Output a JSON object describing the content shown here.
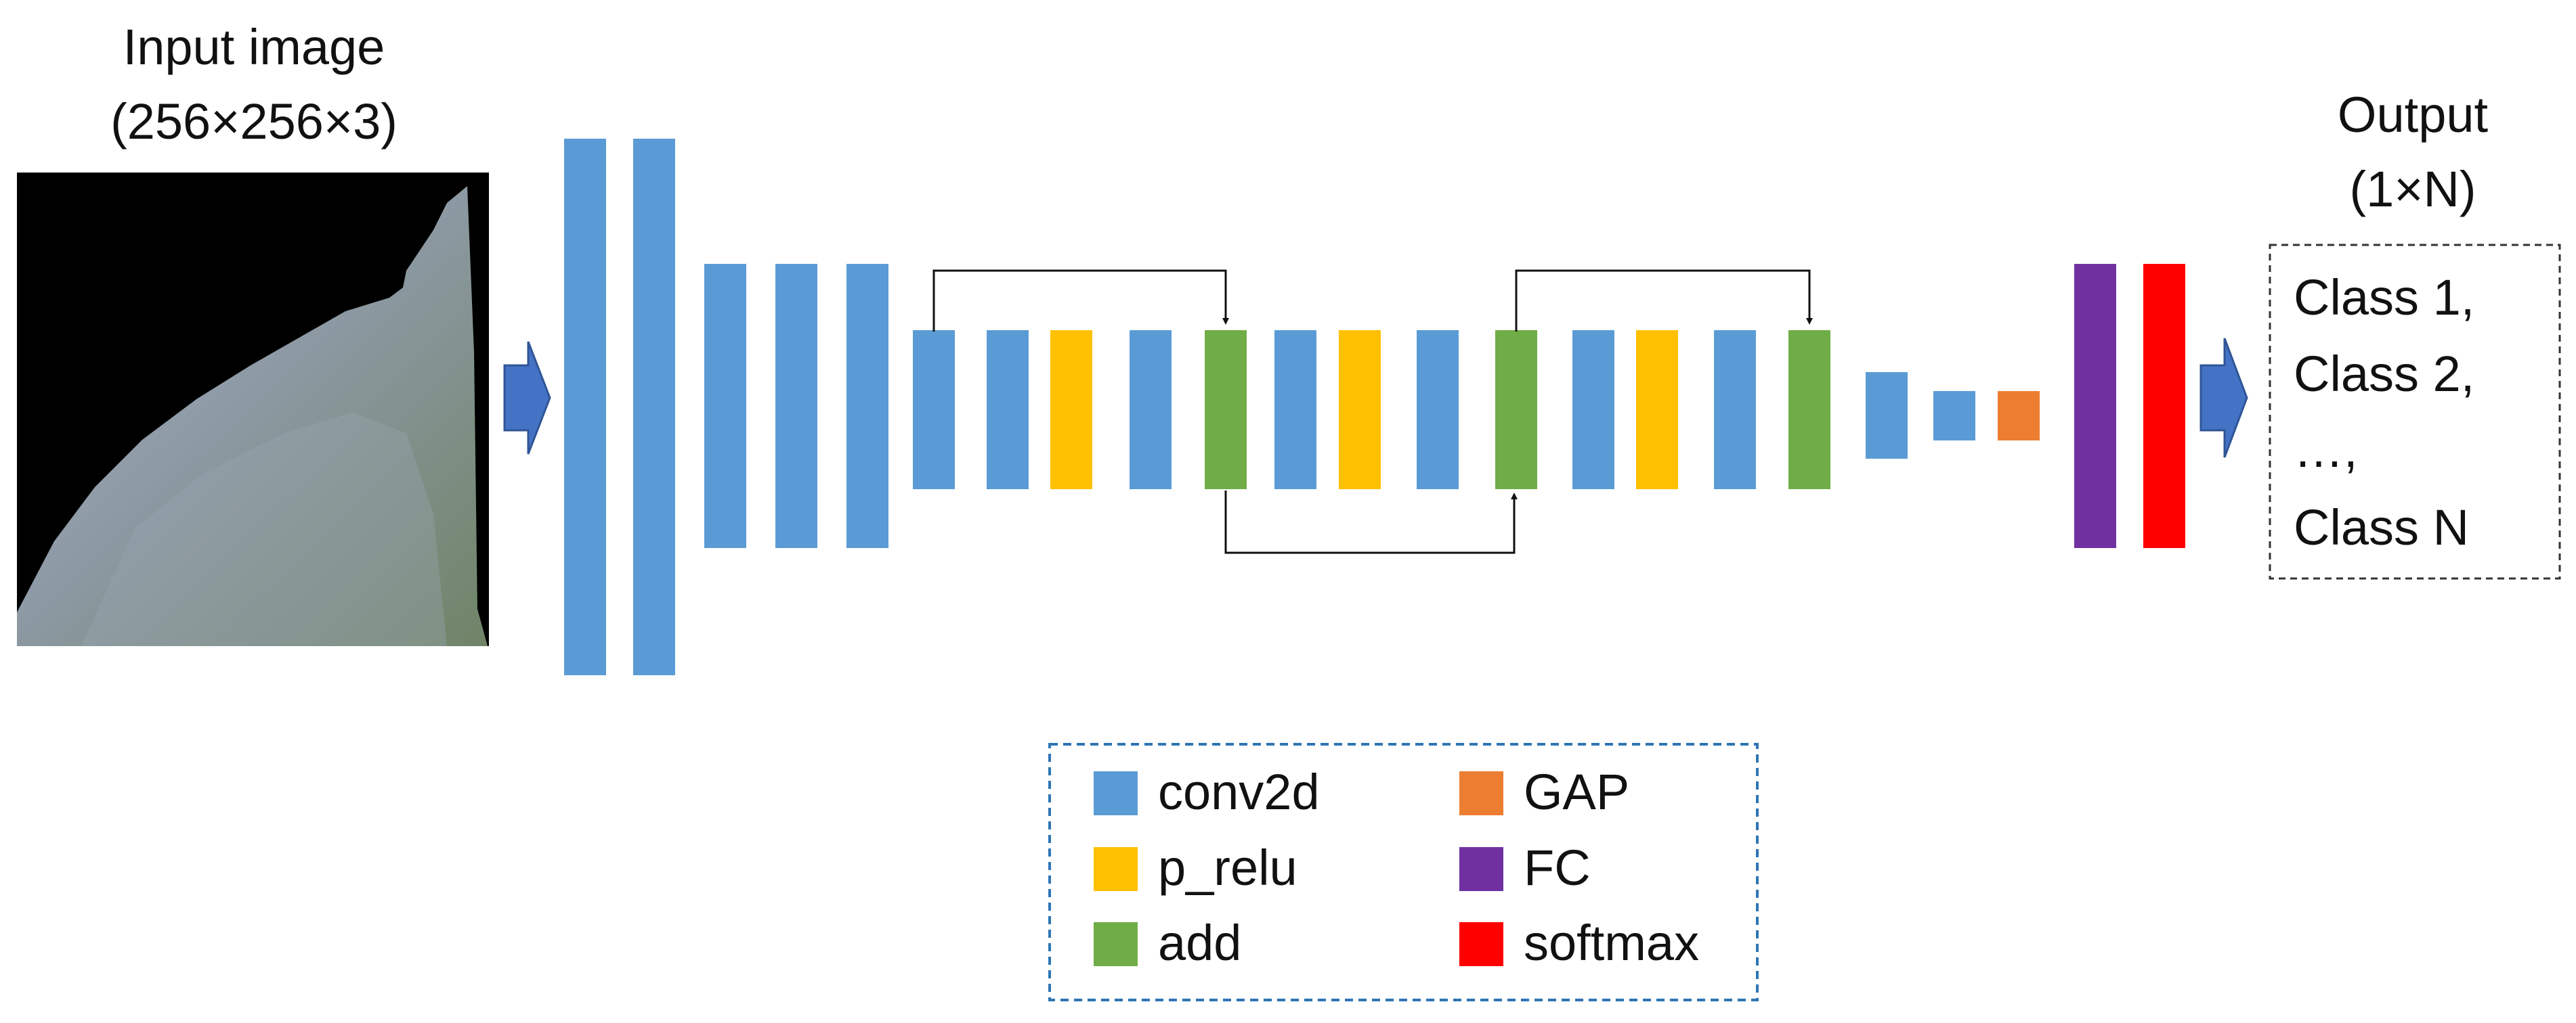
{
  "input": {
    "title_line1": "Input image",
    "title_line2": "(256×256×3)"
  },
  "output": {
    "title_line1": "Output",
    "title_line2": "(1×N)",
    "classes": [
      "Class 1,",
      "Class 2,",
      "…,",
      "Class N"
    ]
  },
  "layer_types": {
    "conv2d": "#5b9bd5",
    "p_relu": "#ffc000",
    "add": "#70ad47",
    "GAP": "#ed7d31",
    "FC": "#7030a0",
    "softmax": "#ff0000"
  },
  "network": {
    "layers": [
      "conv2d",
      "conv2d",
      "conv2d",
      "conv2d",
      "conv2d",
      "conv2d",
      "conv2d",
      "p_relu",
      "conv2d",
      "add",
      "conv2d",
      "p_relu",
      "conv2d",
      "add",
      "conv2d",
      "p_relu",
      "conv2d",
      "add",
      "conv2d",
      "conv2d",
      "GAP",
      "FC",
      "softmax"
    ]
  },
  "legend": {
    "items": [
      {
        "label": "conv2d",
        "type": "conv2d"
      },
      {
        "label": "p_relu",
        "type": "p_relu"
      },
      {
        "label": "add",
        "type": "add"
      },
      {
        "label": "GAP",
        "type": "GAP"
      },
      {
        "label": "FC",
        "type": "FC"
      },
      {
        "label": "softmax",
        "type": "softmax"
      }
    ]
  },
  "colors": {
    "arrow": "#4472c4",
    "legend_border": "#2e75b6"
  }
}
